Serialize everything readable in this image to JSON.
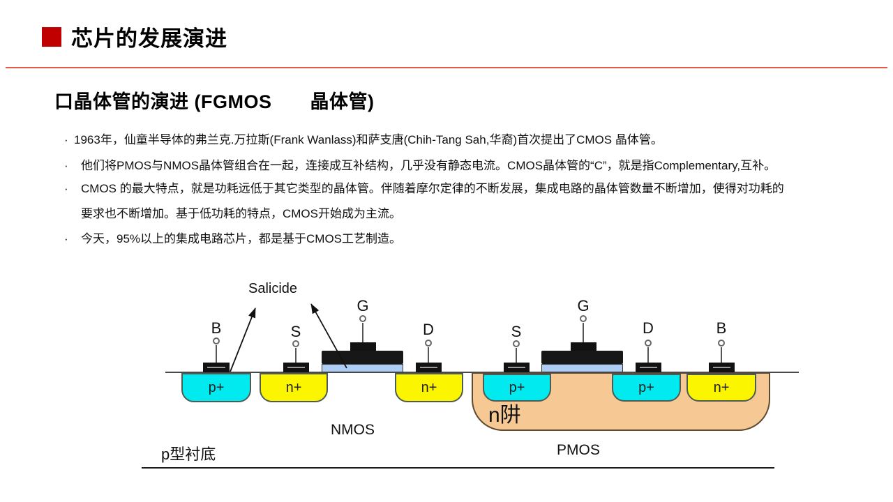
{
  "header": {
    "title": "芯片的发展演进"
  },
  "section": {
    "subtitle": "口晶体管的演进 (FGMOS　　晶体管)"
  },
  "bullets": [
    {
      "marker": "·",
      "lines": [
        "1963年，仙童半导体的弗兰克.万拉斯(Frank Wanlass)和萨支唐(Chih-Tang Sah,华裔)首次提出了CMOS 晶体管。"
      ]
    },
    {
      "marker": "·",
      "lines": [
        "他们将PMOS与NMOS晶体管组合在一起，连接成互补结构，几乎没有静态电流。CMOS晶体管的“C”，就是指Complementary,互补。"
      ]
    },
    {
      "marker": "·",
      "lines": [
        "CMOS  的最大特点，就是功耗远低于其它类型的晶体管。伴随着摩尔定律的不断发展，集成电路的晶体管数量不断增加，使得对功耗的",
        "要求也不断增加。基于低功耗的特点，CMOS开始成为主流。"
      ]
    },
    {
      "marker": "·",
      "lines": [
        "今天，95%以上的集成电路芯片，都是基于CMOS工艺制造。"
      ]
    }
  ],
  "diagram": {
    "salicide_label": "Salicide",
    "substrate_label": "p型衬底",
    "nmos": {
      "label": "NMOS",
      "terminals": [
        "B",
        "S",
        "G",
        "D"
      ],
      "regions": [
        "p+",
        "n+",
        "n+"
      ]
    },
    "pmos": {
      "label": "PMOS",
      "well_label": "n阱",
      "terminals": [
        "S",
        "G",
        "D",
        "B"
      ],
      "regions": [
        "p+",
        "p+",
        "n+"
      ]
    }
  },
  "colors": {
    "accent_red": "#c00000",
    "divider_red": "#e25c49",
    "p_plus_fill": "#00eaf0",
    "n_plus_fill": "#fcf500",
    "n_well_fill": "#f6c894",
    "gate_oxide_fill": "#aecdf4",
    "gate_fill": "#161616"
  }
}
